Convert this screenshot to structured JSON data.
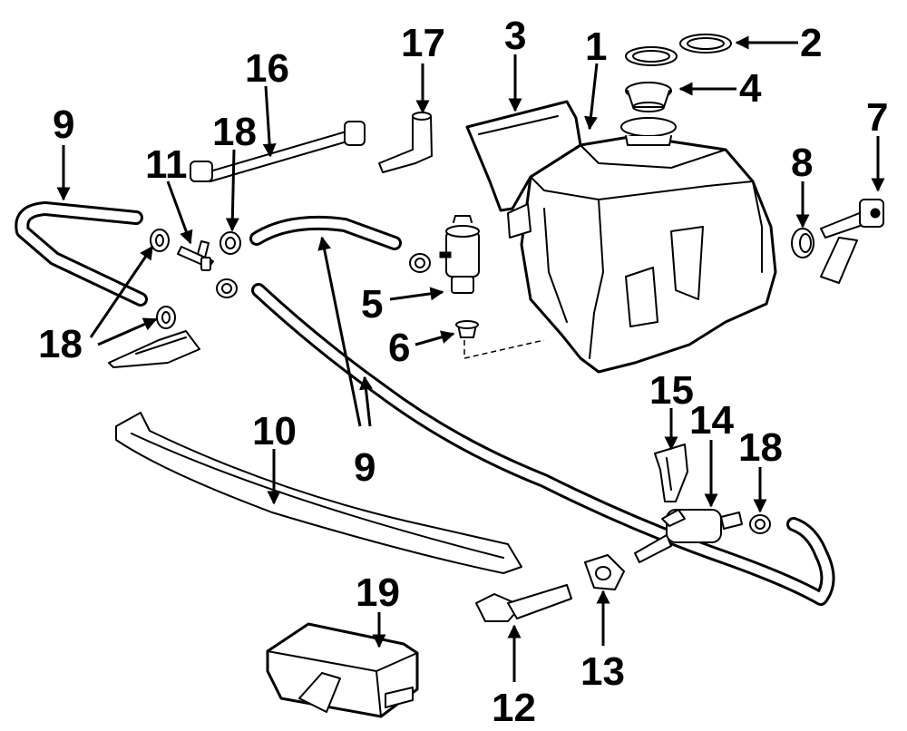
{
  "callouts": {
    "c1": "1",
    "c2": "2",
    "c3": "3",
    "c4": "4",
    "c5": "5",
    "c6": "6",
    "c7": "7",
    "c8": "8",
    "c9a": "9",
    "c9b": "9",
    "c9c": "9",
    "c10": "10",
    "c11": "11",
    "c12": "12",
    "c13": "13",
    "c14": "14",
    "c15": "15",
    "c16": "16",
    "c17": "17",
    "c18a": "18",
    "c18b": "18",
    "c18c": "18",
    "c19": "19"
  },
  "colors": {
    "line": "#000000",
    "background": "#ffffff"
  }
}
